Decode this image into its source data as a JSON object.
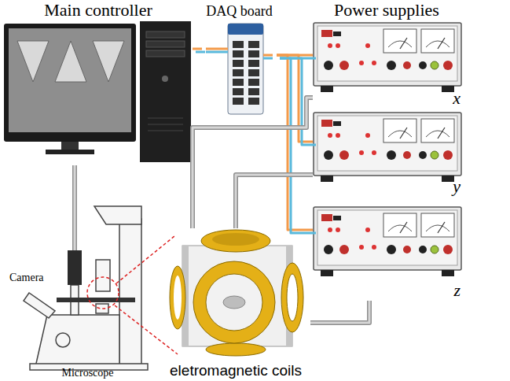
{
  "diagram": {
    "nodes": [
      {
        "text": [
          "Main controller"
        ]
      },
      {
        "text": [
          "DAQ board"
        ]
      },
      {
        "text": [
          "x"
        ]
      },
      {
        "text": [
          "y"
        ]
      },
      {
        "text": [
          "z"
        ]
      },
      {
        "text": [
          "Microscope"
        ]
      },
      {
        "text": [
          "eletromagnetic coils"
        ]
      }
    ],
    "edges": [
      {
        "from": 0,
        "to": 1,
        "arrow": "none"
      },
      {
        "from": 1,
        "to": 2,
        "arrow": "none"
      },
      {
        "from": 1,
        "to": 3,
        "arrow": "none"
      },
      {
        "from": 1,
        "to": 4,
        "arrow": "none"
      },
      {
        "from": 2,
        "to": 6,
        "arrow": "none"
      },
      {
        "from": 3,
        "to": 6,
        "arrow": "none"
      },
      {
        "from": 4,
        "to": 6,
        "arrow": "none"
      },
      {
        "from": 0,
        "to": 5,
        "arrow": "none"
      }
    ],
    "labels": [
      "Power supplies",
      "Camera"
    ]
  }
}
